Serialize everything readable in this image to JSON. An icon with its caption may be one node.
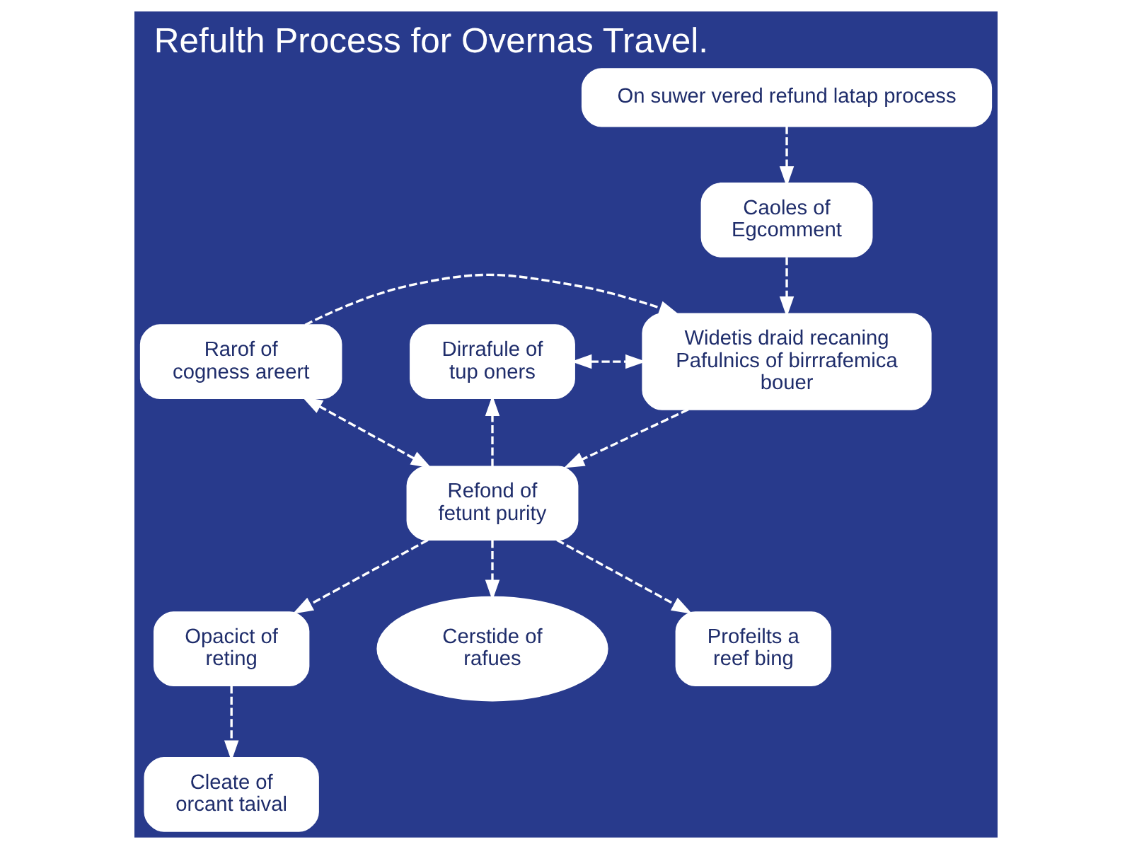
{
  "diagram": {
    "title": "Refulth Process for Overnas Travel.",
    "nodes": [
      {
        "text": [
          "On suwer vered refund latap process"
        ]
      },
      {
        "text": [
          "Caoles of Egcomment"
        ]
      },
      {
        "text": [
          "Dirrafule of tup oners"
        ]
      },
      {
        "text": [
          "Widetis draid recaning Pafulnics of birrrafemica bouer"
        ]
      },
      {
        "text": [
          "Rarof of cogness areert"
        ]
      },
      {
        "text": [
          "Refond of fetunt purity"
        ]
      },
      {
        "text": [
          "Opacict of reting"
        ]
      },
      {
        "text": [
          "Cerstide of rafues"
        ]
      },
      {
        "text": [
          "Profeilts a reef bing"
        ]
      },
      {
        "text": [
          "Cleate of orcant taival"
        ]
      }
    ],
    "edges": [
      {
        "from": 0,
        "to": 1,
        "arrow": "to"
      },
      {
        "from": 1,
        "to": 3,
        "arrow": "to"
      },
      {
        "from": 2,
        "to": 3,
        "arrow": "both"
      },
      {
        "from": 4,
        "to": 3,
        "arrow": "to"
      },
      {
        "from": 3,
        "to": 5,
        "arrow": "to"
      },
      {
        "from": 5,
        "to": 2,
        "arrow": "to"
      },
      {
        "from": 4,
        "to": 5,
        "arrow": "both"
      },
      {
        "from": 5,
        "to": 6,
        "arrow": "to"
      },
      {
        "from": 5,
        "to": 7,
        "arrow": "to"
      },
      {
        "from": 5,
        "to": 8,
        "arrow": "to"
      },
      {
        "from": 6,
        "to": 9,
        "arrow": "to"
      }
    ]
  }
}
